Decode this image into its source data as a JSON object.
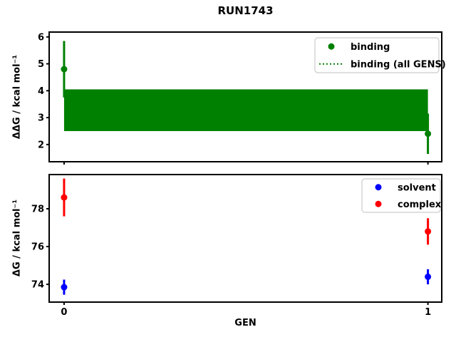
{
  "title": "RUN1743",
  "chart_data": [
    {
      "type": "scatter",
      "panel": "top",
      "xlabel": "",
      "ylabel": "ΔΔG / kcal mol⁻¹",
      "xlim": [
        -0.041,
        1.038
      ],
      "ylim": [
        1.36,
        6.18
      ],
      "xticks": [
        0,
        1
      ],
      "xticklabels": [
        "",
        ""
      ],
      "yticks": [
        2,
        3,
        4,
        5,
        6
      ],
      "grid": false,
      "legend_position": "upper right",
      "series": [
        {
          "name": "binding",
          "color": "#008000",
          "marker": "circle",
          "x": [
            0,
            1
          ],
          "y": [
            4.8,
            2.4
          ],
          "yerr": [
            1.05,
            0.75
          ]
        }
      ],
      "band": {
        "name": "binding (all GENS)",
        "color": "#008000",
        "linestyle": "dotted",
        "x": [
          0,
          1
        ],
        "center": 3.28,
        "y_low": 2.5,
        "y_high": 4.05
      },
      "legend": [
        {
          "label": "binding",
          "marker": "circle",
          "color": "#008000"
        },
        {
          "label": "binding (all GENS)",
          "marker": "dotted-line",
          "color": "#008000"
        }
      ]
    },
    {
      "type": "scatter",
      "panel": "bottom",
      "xlabel": "GEN",
      "ylabel": "ΔG / kcal mol⁻¹",
      "xlim": [
        -0.041,
        1.038
      ],
      "ylim": [
        73.06,
        79.81
      ],
      "xticks": [
        0,
        1
      ],
      "xticklabels": [
        "0",
        "1"
      ],
      "yticks": [
        74,
        76,
        78
      ],
      "grid": false,
      "legend_position": "upper right",
      "series": [
        {
          "name": "solvent",
          "color": "#0000ff",
          "marker": "circle",
          "x": [
            0,
            1
          ],
          "y": [
            73.85,
            74.4
          ],
          "yerr": [
            0.4,
            0.4
          ]
        },
        {
          "name": "complex",
          "color": "#ff0000",
          "marker": "circle",
          "x": [
            0,
            1
          ],
          "y": [
            78.6,
            76.8
          ],
          "yerr": [
            1.0,
            0.7
          ]
        }
      ],
      "legend": [
        {
          "label": "solvent",
          "marker": "circle",
          "color": "#0000ff"
        },
        {
          "label": "complex",
          "marker": "circle",
          "color": "#ff0000"
        }
      ]
    }
  ]
}
